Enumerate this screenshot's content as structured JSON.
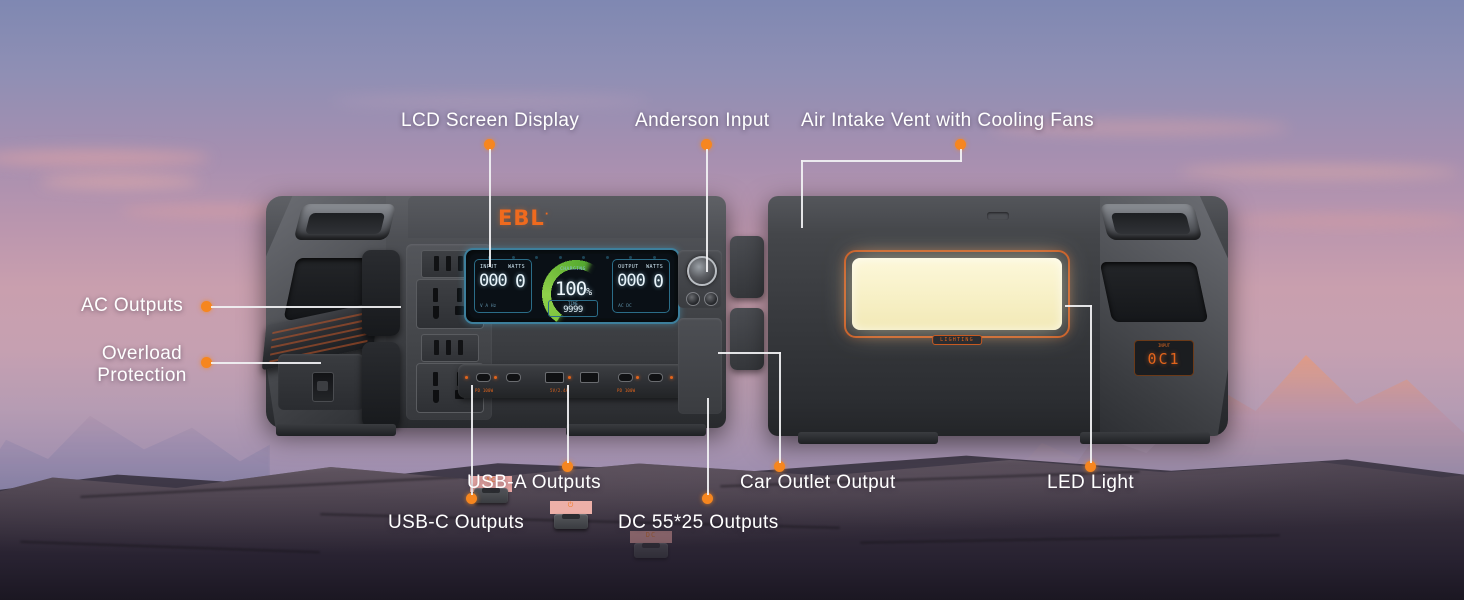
{
  "product": {
    "brand": "EBL",
    "brand_superscript": "·"
  },
  "lcd": {
    "input_label": "INPUT",
    "input_watts_label": "WATTS",
    "input_value": "000",
    "input_watts_value": "0",
    "input_sub": "V  A  Hz",
    "output_label": "OUTPUT",
    "output_watts_label": "WATTS",
    "output_value": "000",
    "output_watts_value": "0",
    "output_sub": "AC  DC",
    "gauge_word": "CHARGING",
    "battery_percent": "100",
    "percent_symbol": "%",
    "time_label": "TIME",
    "time_value": "9999"
  },
  "controls": {
    "ac_label": "AC",
    "power_label": "⏻",
    "dc_label": "DC",
    "port_labels": [
      "PD 100W",
      "5V/2.4A",
      "PD 100W"
    ]
  },
  "right_unit": {
    "mini_display_label": "INPUT",
    "mini_display_value": "0C1",
    "led_tag": "LIGHTING"
  },
  "callouts": [
    {
      "id": "lcd-screen-display",
      "label": "LCD Screen Display"
    },
    {
      "id": "anderson-input",
      "label": "Anderson Input"
    },
    {
      "id": "air-intake-vent",
      "label": "Air Intake Vent with Cooling Fans"
    },
    {
      "id": "ac-outputs",
      "label": "AC Outputs"
    },
    {
      "id": "overload-protection",
      "label": "Overload\nProtection"
    },
    {
      "id": "usb-c-outputs",
      "label": "USB-C Outputs"
    },
    {
      "id": "usb-a-outputs",
      "label": "USB-A Outputs"
    },
    {
      "id": "dc-outputs",
      "label": "DC 55*25 Outputs"
    },
    {
      "id": "car-outlet-output",
      "label": "Car Outlet Output"
    },
    {
      "id": "led-light",
      "label": "LED Light"
    }
  ],
  "colors": {
    "accent_orange": "#f6861f",
    "brand_orange": "#f06a1e",
    "callout_text": "#ffffff",
    "leader_line": "#f2f2f4",
    "gauge_green": "#7ec63f",
    "lcd_cyan": "#3d7f9c",
    "led_warm": "#fdf8da"
  }
}
